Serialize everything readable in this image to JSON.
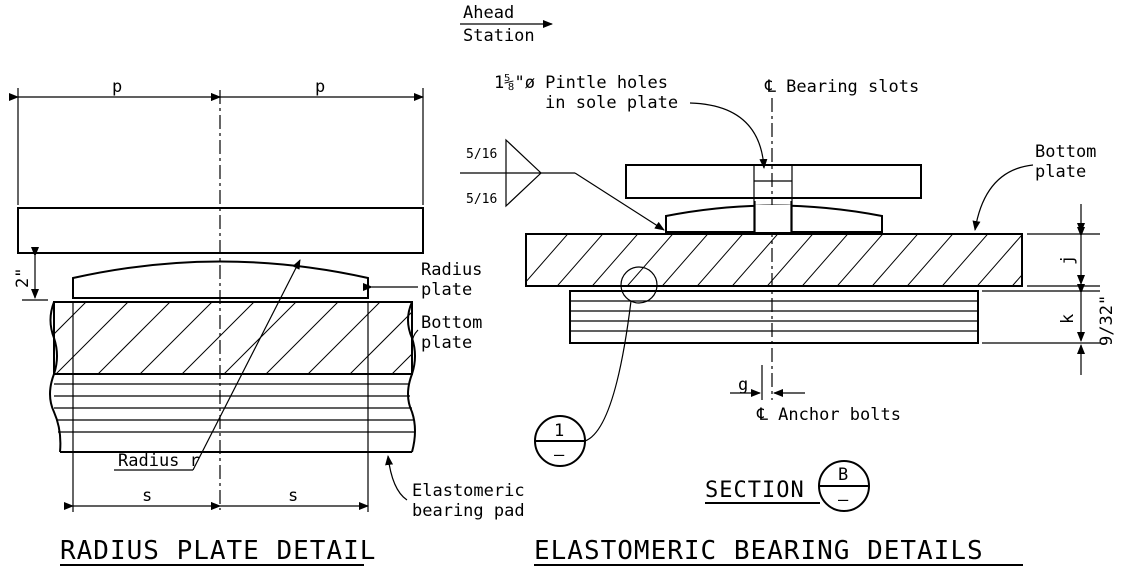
{
  "direction": {
    "top": "Ahead",
    "bottom": "Station"
  },
  "left_detail": {
    "dim_top_left": "p",
    "dim_top_right": "p",
    "dim_side": "2\"",
    "label_radius_plate": [
      "Radius",
      "plate"
    ],
    "label_bottom_plate": [
      "Bottom",
      "plate"
    ],
    "label_radius": "Radius r",
    "dim_bottom_left": "s",
    "dim_bottom_right": "s",
    "label_pad": [
      "Elastomeric",
      "bearing pad"
    ],
    "title": "RADIUS PLATE DETAIL"
  },
  "right_detail": {
    "pintle_note": [
      "1⅝\"ø Pintle holes",
      "in sole plate"
    ],
    "weld_top": "5/16",
    "weld_bottom": "5/16",
    "centerline_bearing": "℄ Bearing slots",
    "label_bottom_plate": [
      "Bottom",
      "plate"
    ],
    "dim_j": "j",
    "dim_k": "k",
    "dim_932": "9/32\"",
    "dim_g": "g",
    "centerline_anchor": "℄ Anchor bolts",
    "callout_detail": {
      "top": "1",
      "bottom": "–"
    },
    "section_word": "SECTION",
    "section_tag": {
      "top": "B",
      "bottom": "–"
    },
    "title": "ELASTOMERIC BEARING DETAILS"
  }
}
